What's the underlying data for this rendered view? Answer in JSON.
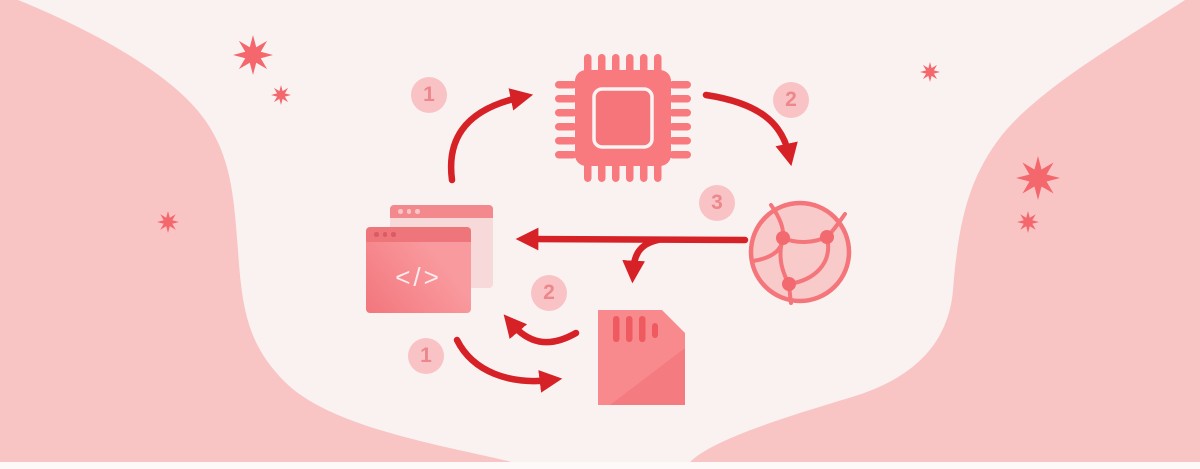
{
  "illustration": {
    "badges": [
      {
        "label": "1"
      },
      {
        "label": "2"
      },
      {
        "label": "3"
      },
      {
        "label": "2"
      },
      {
        "label": "1"
      }
    ],
    "code_window": {
      "code_glyph": "</>"
    },
    "icons": [
      "cpu-chip-icon",
      "globe-network-icon",
      "browser-code-window-icon",
      "memory-card-icon",
      "sparkle-star-icon",
      "flow-arrow-icon"
    ],
    "colors": {
      "background": "#faf2f1",
      "blob_pink": "#f9c5c4",
      "icon_salmon": "#f8797e",
      "panel_light_pink": "#f8d9da",
      "arrow_red": "#d62127",
      "badge_background": "#f9c3c5",
      "badge_text": "#ec878c",
      "star": "#f4686d",
      "globe_fill": "#f9caca",
      "globe_stroke": "#f4767b"
    }
  }
}
